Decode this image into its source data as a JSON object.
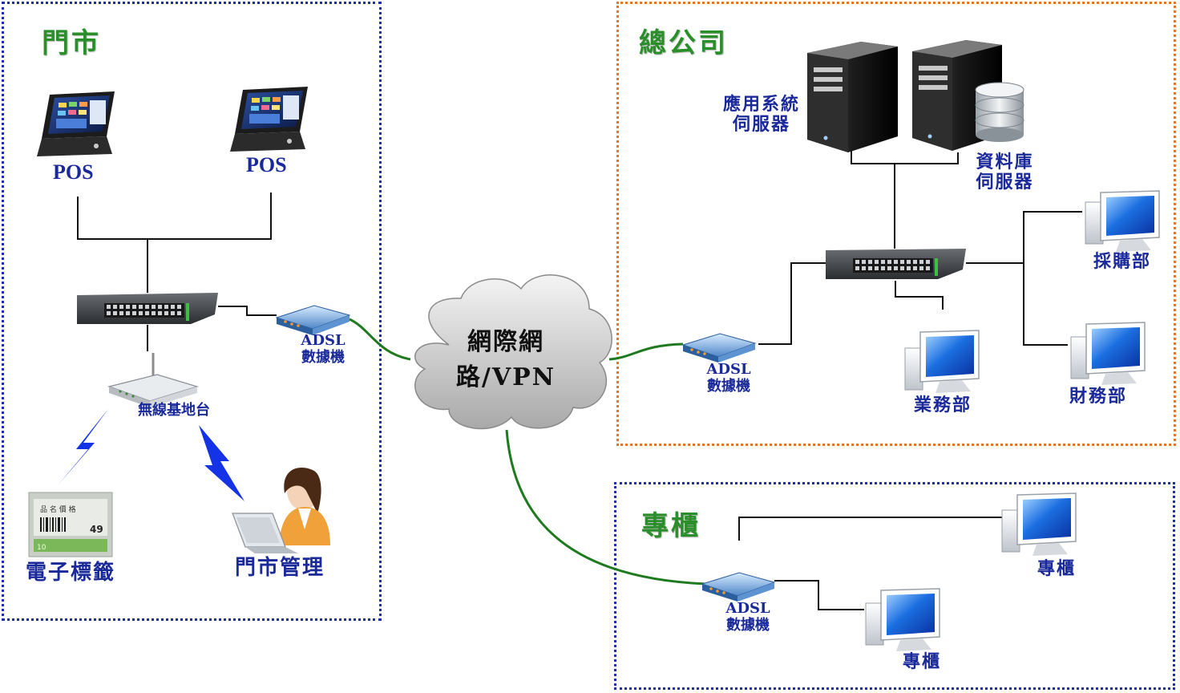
{
  "regions": {
    "store": {
      "title": "門市",
      "border_color": "#1d2fa8"
    },
    "hq": {
      "title": "總公司",
      "border_color": "#e2772a"
    },
    "counter": {
      "title": "專櫃",
      "border_color": "#1d2fa8"
    }
  },
  "store": {
    "pos1_label": "POS",
    "pos2_label": "POS",
    "adsl_label_line1": "ADSL",
    "adsl_label_line2": "數據機",
    "wifi_label": "無線基地台",
    "esl_label": "電子標籤",
    "manager_label": "門市管理",
    "esl_card": {
      "top_text": "品 名 價 格",
      "digits": "49",
      "code": "10"
    }
  },
  "cloud": {
    "line1": "網際網",
    "line2": "路/VPN"
  },
  "hq": {
    "app_server_line1": "應用系統",
    "app_server_line2": "伺服器",
    "db_server_line1": "資料庫",
    "db_server_line2": "伺服器",
    "adsl_label_line1": "ADSL",
    "adsl_label_line2": "數據機",
    "purchasing_label": "採購部",
    "sales_label": "業務部",
    "finance_label": "財務部"
  },
  "counter": {
    "adsl_label_line1": "ADSL",
    "adsl_label_line2": "數據機",
    "pc1_label": "專櫃",
    "pc2_label": "專櫃"
  },
  "colors": {
    "title_green": "#2a8f2a",
    "label_blue": "#1b2a9a",
    "link_green": "#1f7a1f",
    "wire_black": "#111111",
    "lightning_blue": "#1533e6"
  }
}
